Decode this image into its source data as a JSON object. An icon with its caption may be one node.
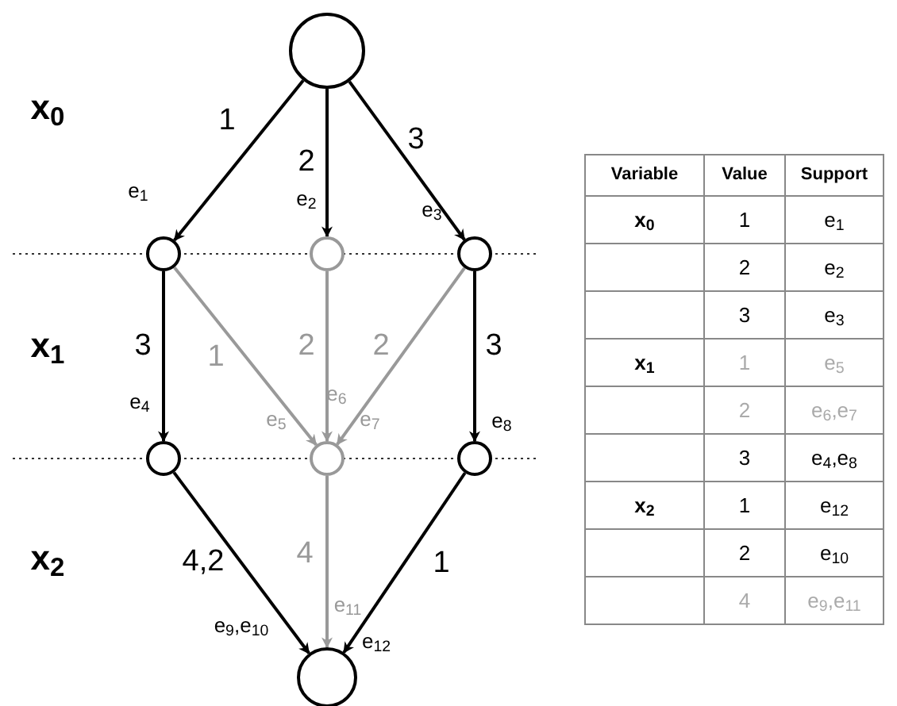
{
  "diagram": {
    "nodes": [
      {
        "text": [],
        "shape": "circle"
      },
      {
        "text": [],
        "shape": "circle"
      },
      {
        "text": [],
        "shape": "circle"
      },
      {
        "text": [],
        "shape": "circle"
      },
      {
        "text": [],
        "shape": "circle"
      },
      {
        "text": [],
        "shape": "circle"
      },
      {
        "text": [],
        "shape": "circle"
      },
      {
        "text": [],
        "shape": "circle"
      }
    ],
    "edges": [
      {
        "from": 0,
        "to": 1,
        "arrow": "to",
        "label": "1"
      },
      {
        "from": 0,
        "to": 2,
        "arrow": "to",
        "label": "2"
      },
      {
        "from": 0,
        "to": 3,
        "arrow": "to",
        "label": "3"
      },
      {
        "from": 1,
        "to": 4,
        "arrow": "to",
        "label": "3"
      },
      {
        "from": 1,
        "to": 5,
        "arrow": "to",
        "label": "1",
        "color": "#999999"
      },
      {
        "from": 2,
        "to": 5,
        "arrow": "to",
        "label": "2",
        "color": "#999999"
      },
      {
        "from": 3,
        "to": 5,
        "arrow": "to",
        "label": "2",
        "color": "#999999"
      },
      {
        "from": 3,
        "to": 6,
        "arrow": "to",
        "label": "3"
      },
      {
        "from": 4,
        "to": 7,
        "arrow": "to",
        "label": "4,2"
      },
      {
        "from": 5,
        "to": 7,
        "arrow": "to",
        "label": "4",
        "color": "#999999"
      },
      {
        "from": 6,
        "to": 7,
        "arrow": "to",
        "label": "1"
      }
    ],
    "labels": [
      "x$_{0}$",
      "e$_{1}$",
      "e$_{2}$",
      "e$_{3}$",
      "x$_{1}$",
      "e$_{4}$",
      "e$_{6}$",
      "e$_{5}$",
      "e$_{7}$",
      "e$_{8}$",
      "x$_{2}$",
      "e$_{11}$",
      "e$_{9}$,e$_{10}$",
      "e$_{12}$",
      "Variable",
      "Value",
      "Support",
      "x$_{0}$",
      "1",
      "e$_{1}$",
      "2",
      "e$_{2}$",
      "3",
      "e$_{3}$",
      "x$_{1}$",
      "1",
      "e$_{5}$",
      "2",
      "e$_{6}$,e$_{7}$",
      "3",
      "e$_{4}$,e$_{8}$",
      "x$_{2}$",
      "1",
      "e$_{12}$",
      "2",
      "e$_{10}$",
      "4",
      "e$_{9}$,e$_{11}$"
    ]
  }
}
